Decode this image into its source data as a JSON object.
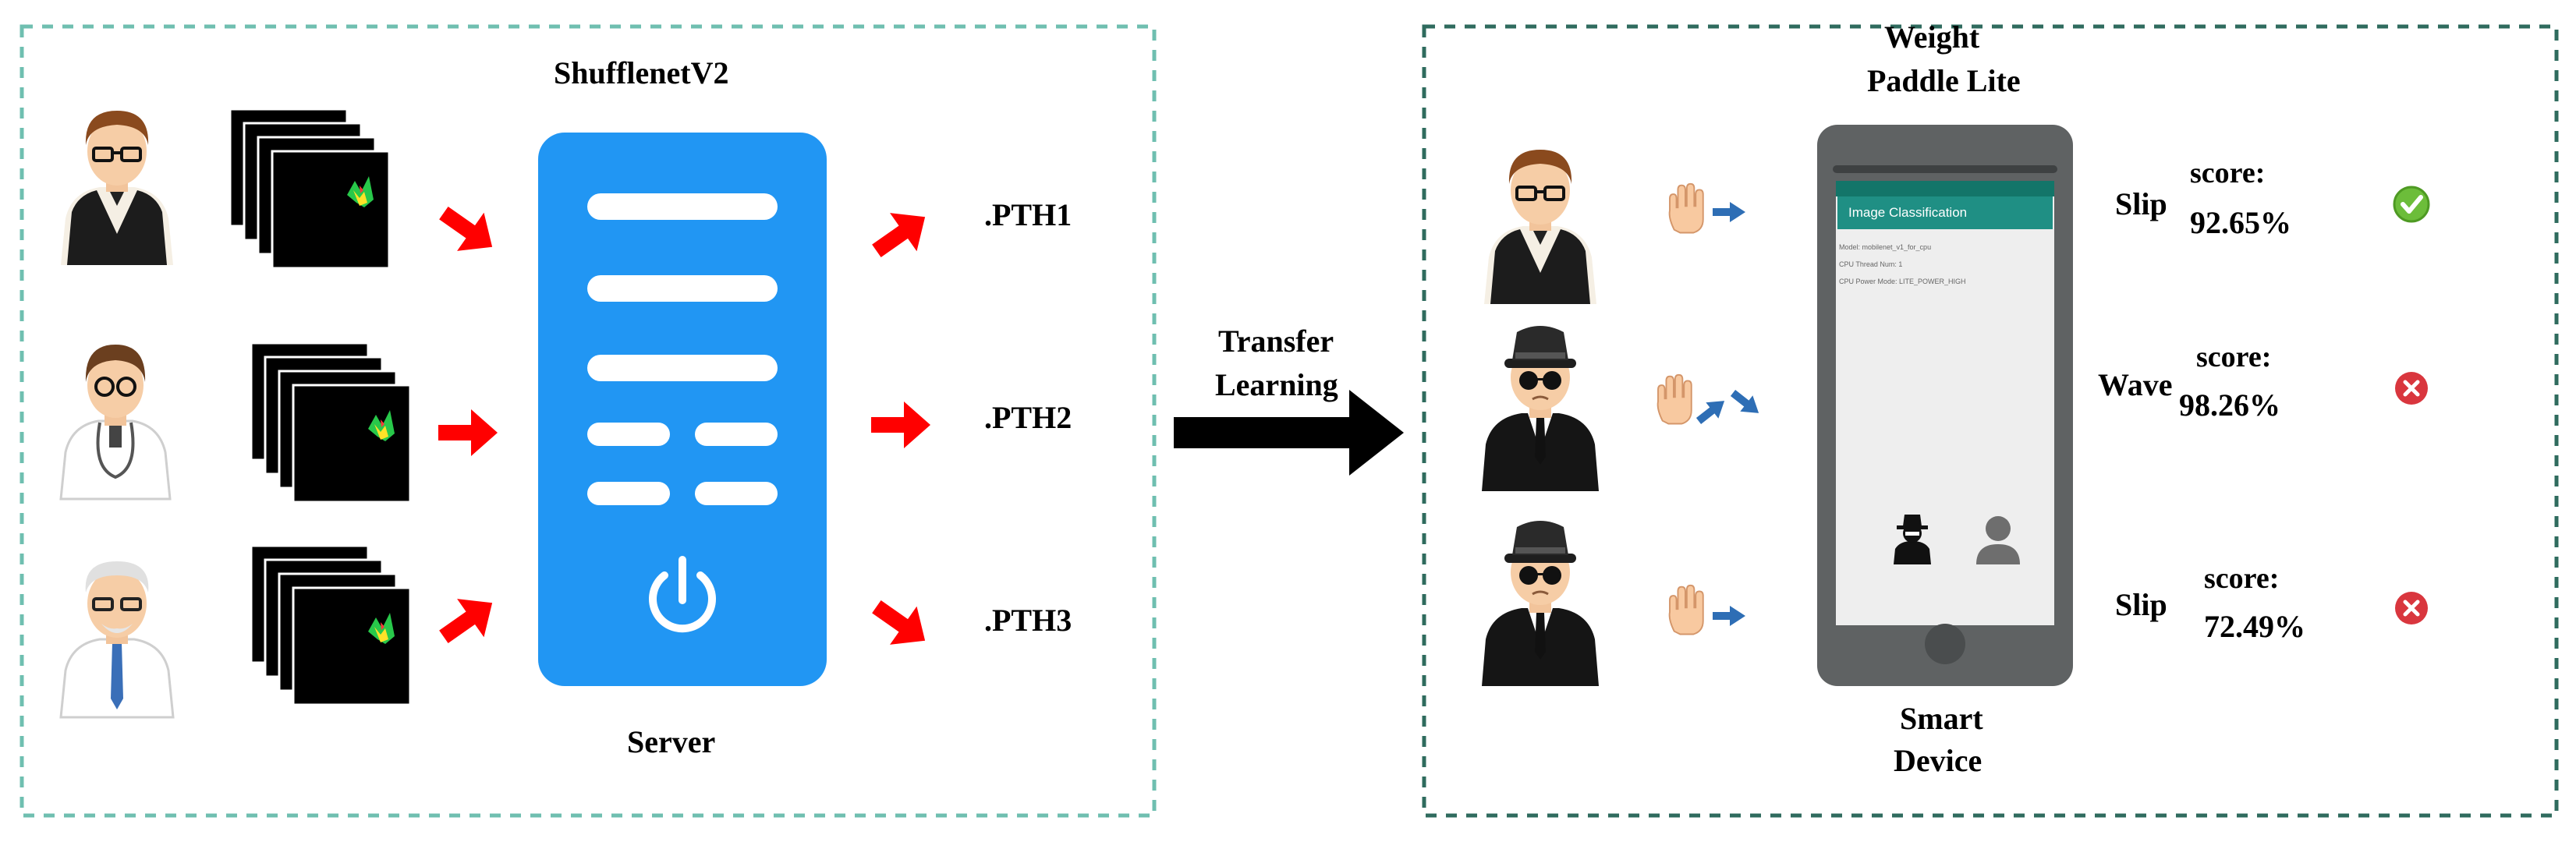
{
  "left_panel": {
    "model_title": "ShufflenetV2",
    "server_label": "Server",
    "outputs": [
      ".PTH1",
      ".PTH2",
      ".PTH3"
    ]
  },
  "middle": {
    "transfer_label_line1": "Transfer",
    "transfer_label_line2": "Learning"
  },
  "right_panel": {
    "title_line1": "Weight",
    "title_line2": "Paddle Lite",
    "device_line1": "Smart",
    "device_line2": "Device",
    "phone_app_title": "Image Classification",
    "phone_info": [
      "Model: mobilenet_v1_for_cpu",
      "CPU Thread Num: 1",
      "CPU Power Mode: LITE_POWER_HIGH"
    ],
    "results": [
      {
        "gesture": "Slip",
        "score_label": "score:",
        "score_value": "92.65%",
        "status": "correct"
      },
      {
        "gesture": "Wave",
        "score_label": "score:",
        "score_value": "98.26%",
        "status": "wrong"
      },
      {
        "gesture": "Slip",
        "score_label": "score:",
        "score_value": "72.49%",
        "status": "wrong"
      }
    ]
  },
  "colors": {
    "panel_border": "#6fbfb0",
    "server_blue": "#2196f3",
    "arrow_red": "#ff0000",
    "phone_body": "#5f6263",
    "phone_header": "#1f8f84",
    "gesture_arrow": "#2e6eb5",
    "check_green": "#6cbd3a",
    "cross_red": "#d9363e"
  }
}
